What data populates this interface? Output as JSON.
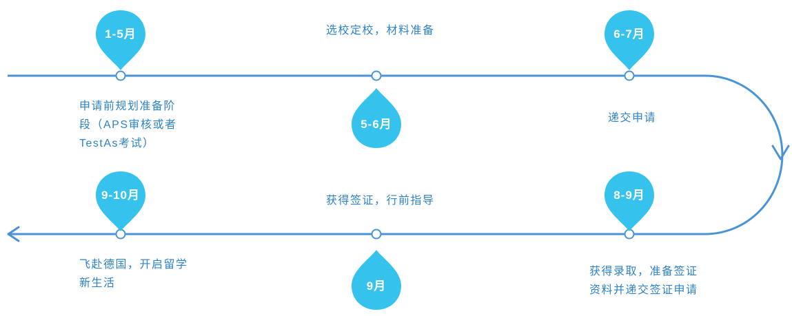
{
  "colors": {
    "pin_fill": "#35c3ee",
    "line": "#4a93d6",
    "description_text": "#2e82c6",
    "pin_label_text": "#ffffff",
    "background": "#ffffff"
  },
  "timeline": {
    "steps": [
      {
        "month": "1-5月",
        "desc": "申请前规划准备阶\n段（APS审核或者\nTestAs考试）"
      },
      {
        "month": "5-6月",
        "desc": "选校定校，材料准备"
      },
      {
        "month": "6-7月",
        "desc": "递交申请"
      },
      {
        "month": "8-9月",
        "desc": "获得录取，准备签证\n资料并递交签证申请"
      },
      {
        "month": "9月",
        "desc": "获得签证，行前指导"
      },
      {
        "month": "9-10月",
        "desc": "飞赴德国，开启留学\n新生活"
      }
    ]
  }
}
